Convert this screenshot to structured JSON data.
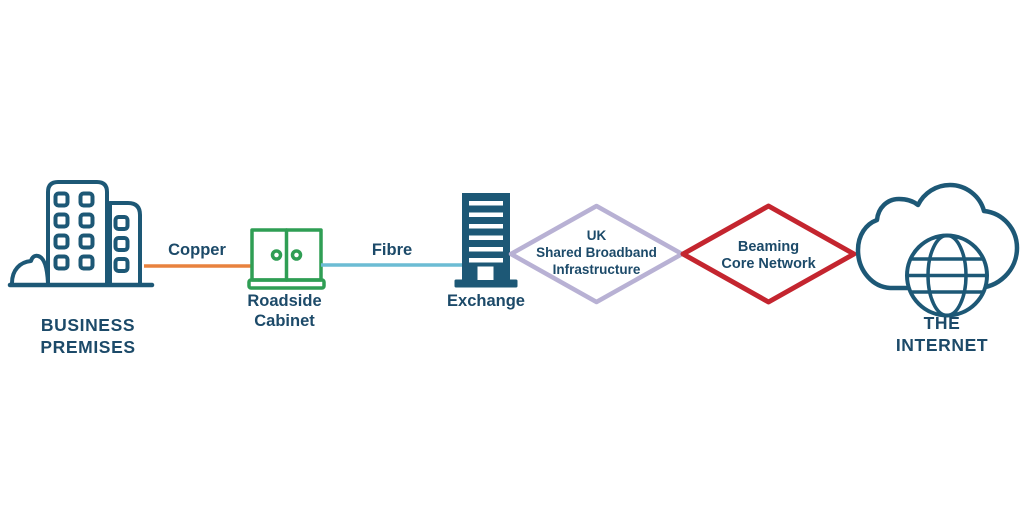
{
  "colors": {
    "icon_teal": "#1d5876",
    "text_navy": "#1c4a69",
    "copper_orange": "#e8823e",
    "fibre_blue": "#6cbcd4",
    "cabinet_green": "#2f9e54",
    "uk_purple": "#b8b1d4",
    "beaming_red": "#c4252f",
    "background": "#ffffff"
  },
  "nodes": {
    "business_premises": {
      "line1": "BUSINESS",
      "line2": "PREMISES"
    },
    "roadside_cabinet": {
      "line1": "Roadside",
      "line2": "Cabinet"
    },
    "exchange": {
      "label": "Exchange"
    },
    "uk_shared_broadband": {
      "line1": "UK",
      "line2": "Shared Broadband",
      "line3": "Infrastructure"
    },
    "beaming_core_network": {
      "line1": "Beaming",
      "line2": "Core Network"
    },
    "internet": {
      "line1": "THE",
      "line2": "INTERNET"
    }
  },
  "links": {
    "copper": {
      "label": "Copper"
    },
    "fibre": {
      "label": "Fibre"
    }
  }
}
